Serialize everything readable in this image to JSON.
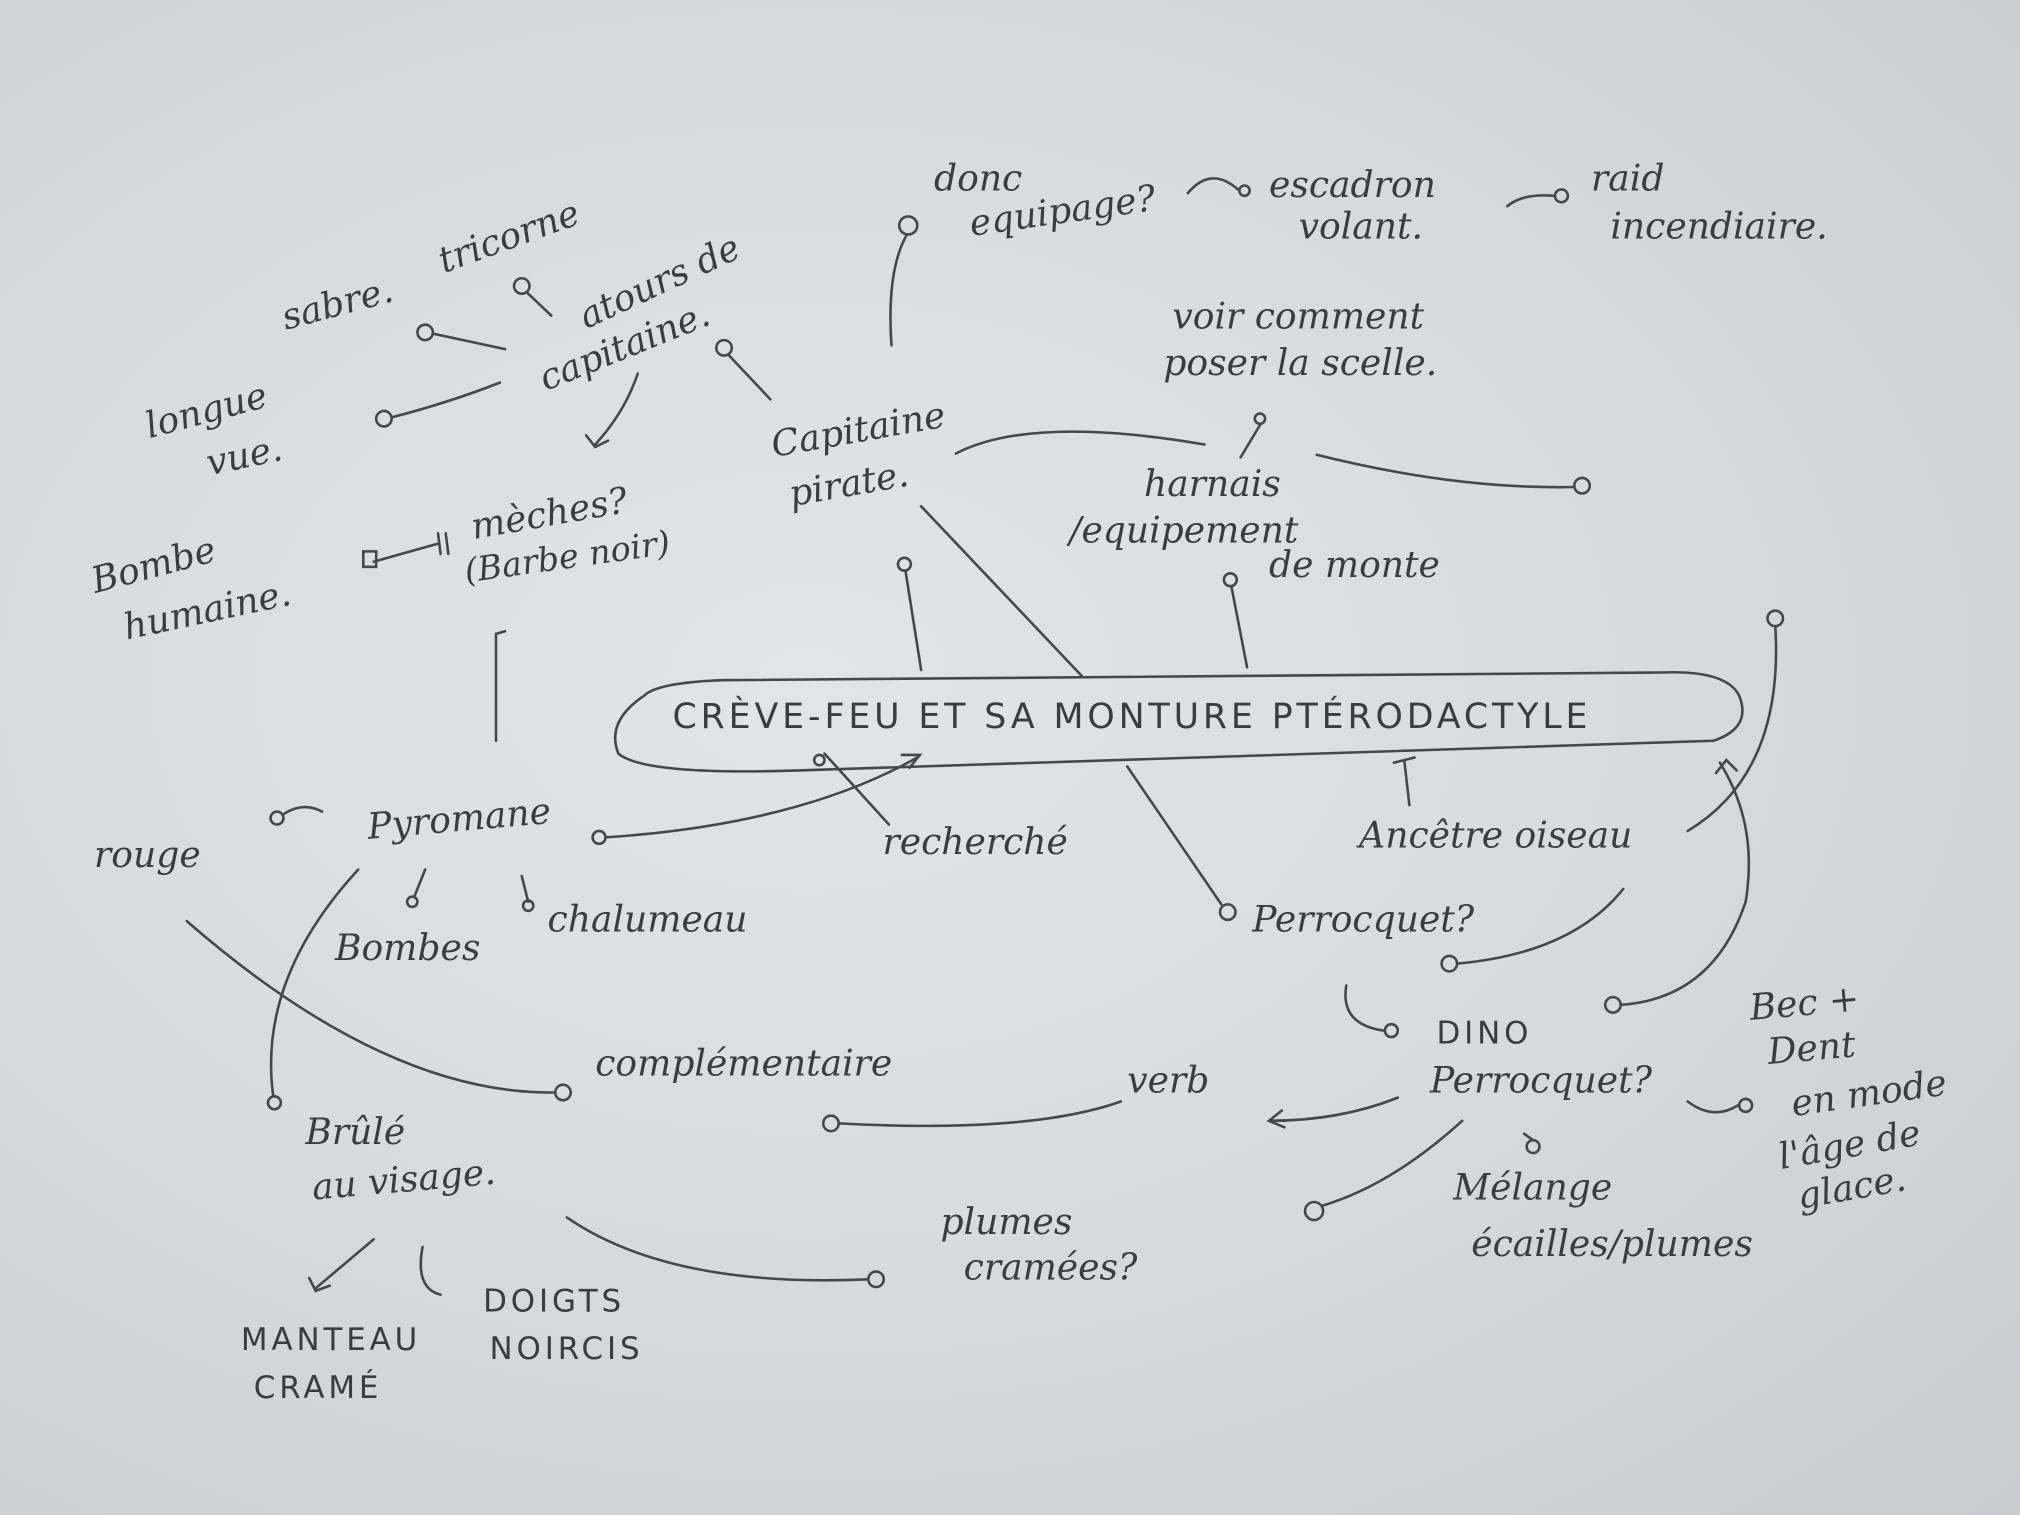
{
  "central": "CRÈVE-FEU ET SA MONTURE PTÉRODACTYLE",
  "nodes": {
    "tricorne": "tricorne",
    "sabre": "sabre.",
    "atours_1": "atours de",
    "atours_2": "capitaine.",
    "longue_1": "longue",
    "longue_2": "vue.",
    "meches_1": "mèches?",
    "meches_2": "(Barbe noir)",
    "bombe_1": "Bombe",
    "bombe_2": "humaine.",
    "capitaine_1": "Capitaine",
    "capitaine_2": "pirate.",
    "donc_1": "donc",
    "donc_2": "equipage?",
    "escadron_1": "escadron",
    "escadron_2": "volant.",
    "raid_1": "raid",
    "raid_2": "incendiaire.",
    "voir_1": "voir comment",
    "voir_2": "poser la scelle.",
    "harnais_1": "harnais",
    "harnais_2": "/equipement",
    "harnais_3": "de monte",
    "recherche": "recherché",
    "ancetre": "Ancêtre oiseau",
    "pyromane": "Pyromane",
    "rouge": "rouge",
    "bombes": "Bombes",
    "chalumeau": "chalumeau",
    "perrocquet": "Perrocquet?",
    "dino_1": "DINO",
    "dino_2": "Perrocquet?",
    "bec_1": "Bec +",
    "bec_2": "Dent",
    "bec_3": "en mode",
    "bec_4": "l'âge de",
    "bec_5": "glace.",
    "complementaire": "complémentaire",
    "verb": "verb",
    "brule_1": "Brûlé",
    "brule_2": "au visage.",
    "plumes_1": "plumes",
    "plumes_2": "cramées?",
    "melange_1": "Mélange",
    "melange_2": "écailles/plumes",
    "manteau_1": "MANTEAU",
    "manteau_2": "CRAMÉ",
    "doigts_1": "DOIGTS",
    "doigts_2": "NOIRCIS"
  }
}
